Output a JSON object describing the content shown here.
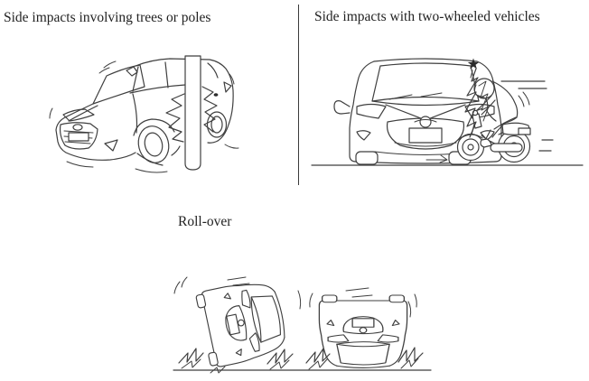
{
  "page": {
    "background": "#ffffff",
    "line_color": "#3f3f3f",
    "text_color": "#222222"
  },
  "panels": {
    "pole_impact": {
      "caption": "Side impacts involving trees or poles"
    },
    "two_wheeled": {
      "caption": "Side impacts with two-wheeled vehicles"
    },
    "rollover": {
      "caption": "Roll-over"
    }
  },
  "icons": {
    "impact_star_symbol": "★"
  }
}
